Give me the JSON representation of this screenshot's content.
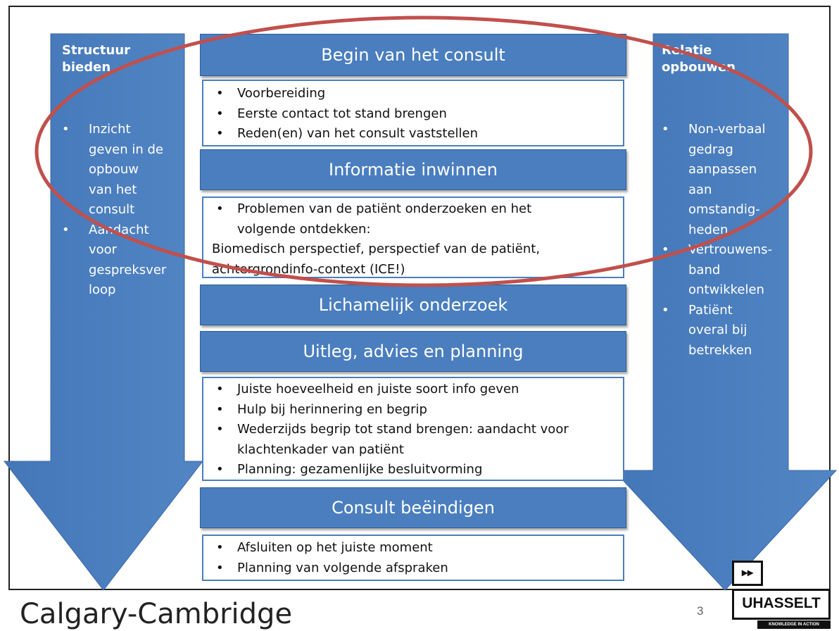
{
  "left_column": {
    "title": "Structuur bieden",
    "items": [
      "Inzicht geven in de opbouw van het consult",
      "Aandacht voor gespreksverloop"
    ],
    "lines": [
      "Inzicht",
      "geven in de",
      "opbouw",
      "van het",
      "consult",
      "Aandacht",
      "voor",
      "gespreksver",
      "loop"
    ]
  },
  "right_column": {
    "title": "Relatie opbouwen",
    "items": [
      "Non-verbaal gedrag aanpassen aan omstandigheden",
      "Vertrouwensband ontwikkelen",
      "Patiënt overal bij betrekken"
    ],
    "lines": [
      "Non-verbaal",
      "gedrag",
      "aanpassen",
      "aan",
      "omstandig-",
      "heden",
      "Vertrouwens-",
      "band",
      "ontwikkelen",
      "Patiënt",
      "overal bij",
      "betrekken"
    ]
  },
  "stages": [
    {
      "title": "Begin van het consult",
      "items": [
        "Voorbereiding",
        "Eerste contact tot stand brengen",
        "Reden(en) van het consult vaststellen"
      ]
    },
    {
      "title": "Informatie inwinnen",
      "items": [
        "Problemen van de patiënt onderzoeken en het volgende ontdekken:"
      ],
      "extra": "Biomedisch perspectief, perspectief van de patiënt, achtergrondinfo-context (ICE!)"
    },
    {
      "title": "Lichamelijk onderzoek"
    },
    {
      "title": "Uitleg, advies en planning",
      "items": [
        "Juiste hoeveelheid en juiste soort info geven",
        "Hulp bij herinnering en begrip",
        "Wederzijds begrip tot stand brengen: aandacht voor klachtenkader van patiënt",
        "Planning: gezamenlijke besluitvorming"
      ]
    },
    {
      "title": "Consult beëindigen",
      "items": [
        "Afsluiten op het juiste moment",
        "Planning van volgende afspraken"
      ]
    }
  ],
  "footer": {
    "title": "Calgary-Cambridge",
    "page": "3"
  },
  "logo": {
    "mark": "▸▸",
    "name": "UHASSELT",
    "tagline": "KNOWLEDGE IN ACTION"
  },
  "colors": {
    "arrow": "#4a7ebf",
    "highlight_ellipse": "#c0504d",
    "box_border": "#4a7ebf"
  }
}
